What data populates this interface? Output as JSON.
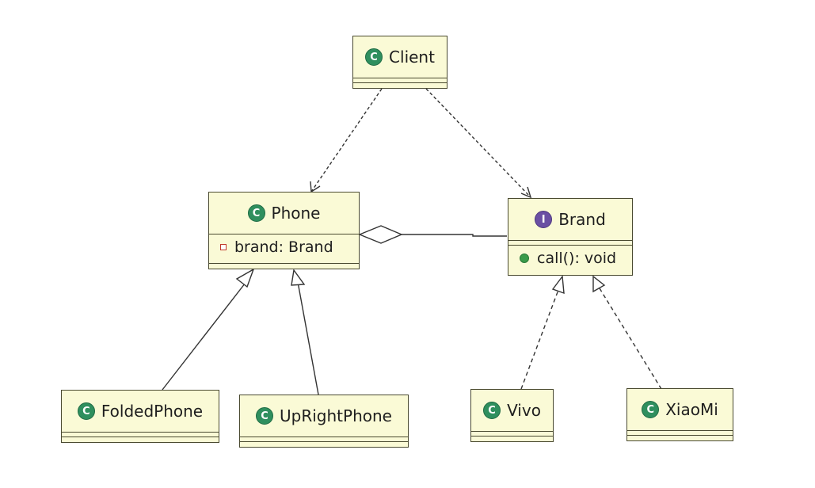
{
  "classes": {
    "client": {
      "name": "Client",
      "kind": "class"
    },
    "phone": {
      "name": "Phone",
      "kind": "class",
      "fields": [
        {
          "visibility": "private",
          "text": "brand: Brand"
        }
      ]
    },
    "brand": {
      "name": "Brand",
      "kind": "interface",
      "methods": [
        {
          "visibility": "public",
          "text": "call(): void"
        }
      ]
    },
    "folded_phone": {
      "name": "FoldedPhone",
      "kind": "class"
    },
    "upright_phone": {
      "name": "UpRightPhone",
      "kind": "class"
    },
    "vivo": {
      "name": "Vivo",
      "kind": "class"
    },
    "xiaomi": {
      "name": "XiaoMi",
      "kind": "class"
    }
  },
  "badges": {
    "class": "C",
    "interface": "I"
  },
  "relationships": [
    {
      "from": "Client",
      "to": "Phone",
      "type": "dependency"
    },
    {
      "from": "Client",
      "to": "Brand",
      "type": "dependency"
    },
    {
      "from": "Phone",
      "to": "Brand",
      "type": "aggregation"
    },
    {
      "from": "FoldedPhone",
      "to": "Phone",
      "type": "generalization"
    },
    {
      "from": "UpRightPhone",
      "to": "Phone",
      "type": "generalization"
    },
    {
      "from": "Vivo",
      "to": "Brand",
      "type": "realization"
    },
    {
      "from": "XiaoMi",
      "to": "Brand",
      "type": "realization"
    }
  ],
  "colors": {
    "box_fill": "#fafad6",
    "box_border": "#4a4a30",
    "class_badge": "#2f8f5e",
    "interface_badge": "#6a4fa3",
    "line": "#333333"
  }
}
